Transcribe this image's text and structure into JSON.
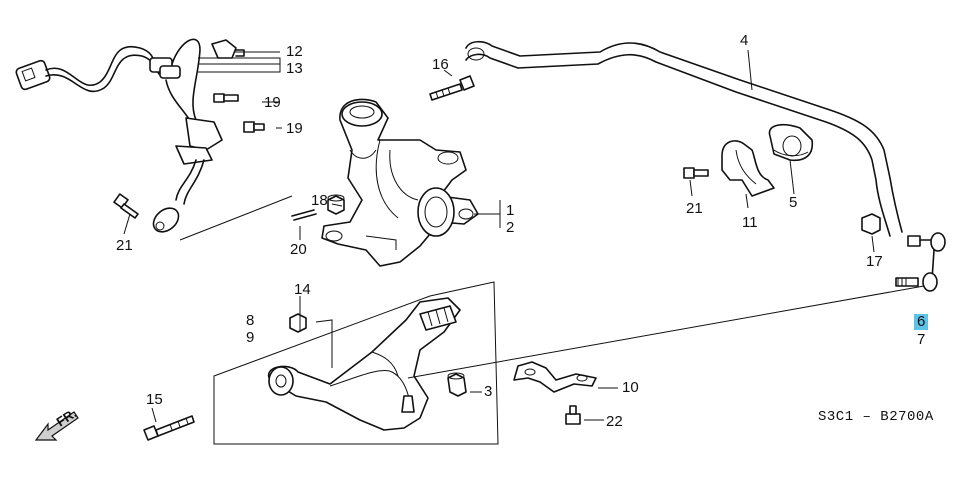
{
  "diagram": {
    "catalog_code": "S3C1 – B2700A",
    "front_indicator": "FR.",
    "callouts": {
      "n1": "1",
      "n2": "2",
      "n3": "3",
      "n4": "4",
      "n5": "5",
      "n6": "6",
      "n7": "7",
      "n8": "8",
      "n9": "9",
      "n10": "10",
      "n11": "11",
      "n12": "12",
      "n13": "13",
      "n14": "14",
      "n15": "15",
      "n16": "16",
      "n17": "17",
      "n18": "18",
      "n19a": "19",
      "n19b": "19",
      "n20": "20",
      "n21a": "21",
      "n21b": "21",
      "n22": "22"
    },
    "highlighted_callout": "6",
    "highlight_color": "#5fc3e8"
  }
}
